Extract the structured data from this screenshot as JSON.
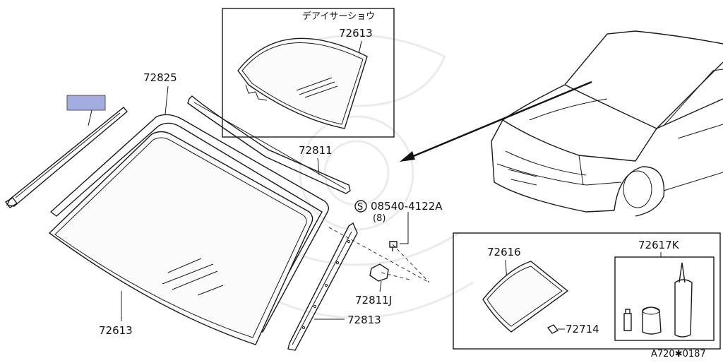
{
  "labels": {
    "inset_top_caption": "デアイサーショウ",
    "inset_top_part": "72613",
    "molding_part": "72825",
    "upper_molding_part": "72811",
    "screw_part": "08540-4122A",
    "screw_symbol": "S",
    "screw_qty": "(8)",
    "clip_part": "72811J",
    "side_molding_part": "72813",
    "windshield_part": "72613",
    "inset_bottom_part_glass": "72616",
    "inset_bottom_part_kit": "72617K",
    "inset_bottom_part_clip": "72714",
    "diagram_code": "A720✱0187"
  },
  "colors": {
    "highlight_box": "#a3acdf",
    "line": "#1a1a1a",
    "watermark": "#ebebeb"
  }
}
